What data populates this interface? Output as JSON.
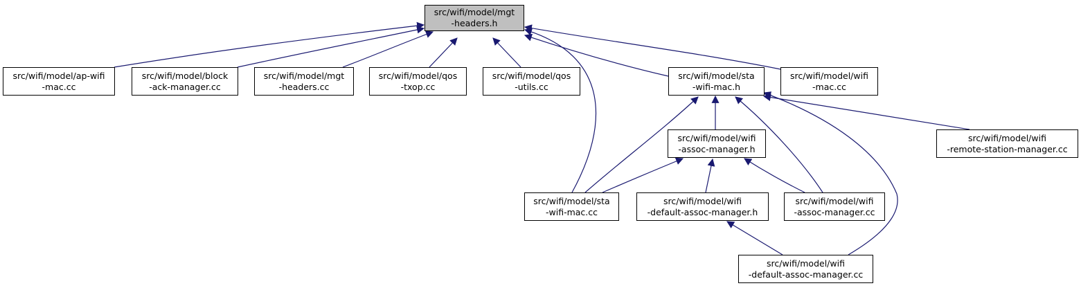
{
  "colors": {
    "edge": "#191970",
    "focus_fill": "#bfbfbf",
    "node_fill": "#ffffff",
    "border": "#000000"
  },
  "nodes": {
    "mgt_headers_h": {
      "line1": "src/wifi/model/mgt",
      "line2": "-headers.h"
    },
    "ap_wifi_mac_cc": {
      "line1": "src/wifi/model/ap-wifi",
      "line2": "-mac.cc"
    },
    "block_ack_manager_cc": {
      "line1": "src/wifi/model/block",
      "line2": "-ack-manager.cc"
    },
    "mgt_headers_cc": {
      "line1": "src/wifi/model/mgt",
      "line2": "-headers.cc"
    },
    "qos_txop_cc": {
      "line1": "src/wifi/model/qos",
      "line2": "-txop.cc"
    },
    "qos_utils_cc": {
      "line1": "src/wifi/model/qos",
      "line2": "-utils.cc"
    },
    "sta_wifi_mac_h": {
      "line1": "src/wifi/model/sta",
      "line2": "-wifi-mac.h"
    },
    "wifi_mac_cc": {
      "line1": "src/wifi/model/wifi",
      "line2": "-mac.cc"
    },
    "wifi_assoc_manager_h": {
      "line1": "src/wifi/model/wifi",
      "line2": "-assoc-manager.h"
    },
    "wifi_remote_station_manager_cc": {
      "line1": "src/wifi/model/wifi",
      "line2": "-remote-station-manager.cc"
    },
    "sta_wifi_mac_cc": {
      "line1": "src/wifi/model/sta",
      "line2": "-wifi-mac.cc"
    },
    "wifi_default_assoc_manager_h": {
      "line1": "src/wifi/model/wifi",
      "line2": "-default-assoc-manager.h"
    },
    "wifi_assoc_manager_cc": {
      "line1": "src/wifi/model/wifi",
      "line2": "-assoc-manager.cc"
    },
    "wifi_default_assoc_manager_cc": {
      "line1": "src/wifi/model/wifi",
      "line2": "-default-assoc-manager.cc"
    }
  },
  "edges": [
    [
      "ap_wifi_mac_cc",
      "mgt_headers_h"
    ],
    [
      "block_ack_manager_cc",
      "mgt_headers_h"
    ],
    [
      "mgt_headers_cc",
      "mgt_headers_h"
    ],
    [
      "qos_txop_cc",
      "mgt_headers_h"
    ],
    [
      "qos_utils_cc",
      "mgt_headers_h"
    ],
    [
      "sta_wifi_mac_h",
      "mgt_headers_h"
    ],
    [
      "wifi_mac_cc",
      "mgt_headers_h"
    ],
    [
      "sta_wifi_mac_cc",
      "mgt_headers_h"
    ],
    [
      "wifi_assoc_manager_h",
      "sta_wifi_mac_h"
    ],
    [
      "sta_wifi_mac_cc",
      "sta_wifi_mac_h"
    ],
    [
      "wifi_assoc_manager_cc",
      "sta_wifi_mac_h"
    ],
    [
      "wifi_remote_station_manager_cc",
      "sta_wifi_mac_h"
    ],
    [
      "wifi_default_assoc_manager_cc",
      "sta_wifi_mac_h"
    ],
    [
      "sta_wifi_mac_cc",
      "wifi_assoc_manager_h"
    ],
    [
      "wifi_default_assoc_manager_h",
      "wifi_assoc_manager_h"
    ],
    [
      "wifi_assoc_manager_cc",
      "wifi_assoc_manager_h"
    ],
    [
      "wifi_default_assoc_manager_cc",
      "wifi_default_assoc_manager_h"
    ]
  ]
}
